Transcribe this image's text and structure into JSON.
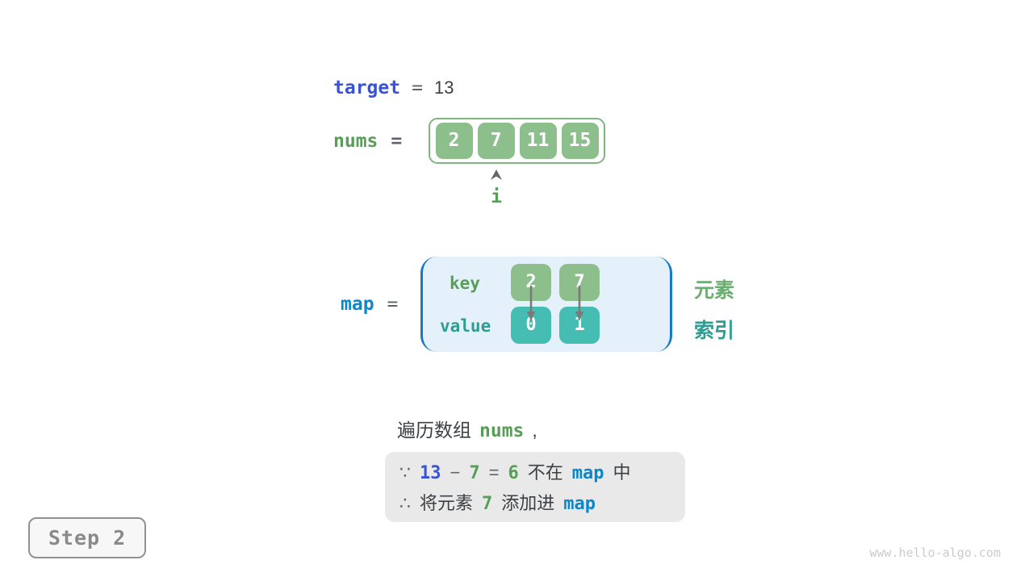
{
  "colors": {
    "blue": "#3A53D3",
    "cyan": "#0D87CC",
    "green": "#589E58",
    "green-side": "#6CAE71",
    "green-cell": "#8CBF8C",
    "green-border": "#7EB77E",
    "teal": "#2E9D93",
    "teal-cell": "#45BDB2",
    "bracket": "#1779C4",
    "mapbg": "#E4F1FA",
    "dark": "#3C4043",
    "gray": "#5F6368",
    "notebg": "#E9E9E9",
    "badgebg": "#F7F7F7",
    "badge-border": "#919191",
    "badge-text": "#8A8A8A",
    "watermark": "#CBCBCB",
    "arrow": "#7A7A7A"
  },
  "target_line": {
    "name": "target",
    "eq": "=",
    "value": "13"
  },
  "nums_line": {
    "name": "nums",
    "eq": "=",
    "cells": [
      "2",
      "7",
      "11",
      "15"
    ],
    "pointer": "i"
  },
  "map_line": {
    "name": "map",
    "eq": "=",
    "key_label": "key",
    "value_label": "value",
    "keys": [
      "2",
      "7"
    ],
    "values": [
      "0",
      "1"
    ],
    "element_label": "元素",
    "index_label": "索引"
  },
  "caption": {
    "prefix": "遍历数组",
    "code": "nums",
    "comma": ","
  },
  "note": {
    "line1": {
      "because": "∵",
      "minuend": "13",
      "minus": "−",
      "subtrahend": "7",
      "eq": "=",
      "diff": "6",
      "not_in": "不在",
      "map": "map",
      "suffix": "中"
    },
    "line2": {
      "therefore": "∴",
      "prefix": "将元素",
      "num": "7",
      "middle": "添加进",
      "map": "map"
    }
  },
  "step_badge": "Step 2",
  "watermark": "www.hello-algo.com"
}
